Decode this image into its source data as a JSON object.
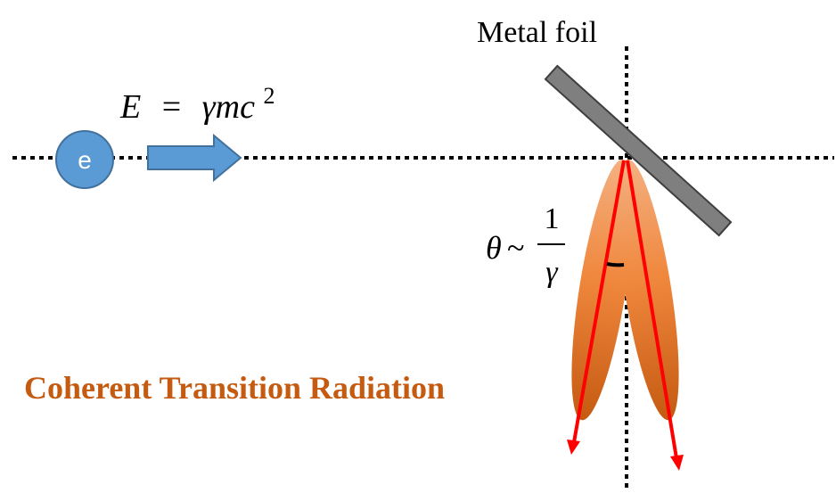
{
  "electron": {
    "label": "e",
    "fill_color": "#5b9bd5",
    "stroke_color": "#41719c"
  },
  "energy_equation": {
    "lhs": "E",
    "equals": "=",
    "rhs": "γmc",
    "exponent": "2"
  },
  "foil": {
    "label": "Metal foil",
    "color": "#7f7f7f"
  },
  "angle": {
    "symbol": "θ",
    "approx": "~",
    "numerator": "1",
    "denominator": "γ"
  },
  "title": {
    "text": "Coherent Transition Radiation",
    "color": "#c55a11"
  },
  "colors": {
    "arrow_fill": "#5b9bd5",
    "lobe_light": "#f4b183",
    "lobe_mid": "#f0883e",
    "lobe_dark": "#c55a11",
    "ray": "#ff0000",
    "axis": "#000000"
  }
}
